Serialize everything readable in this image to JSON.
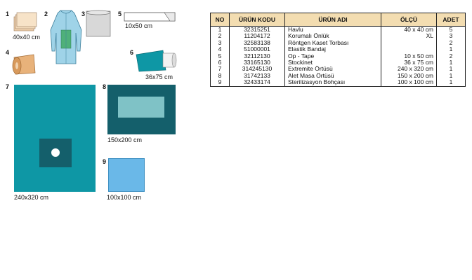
{
  "products": [
    {
      "number": "1",
      "dimension": "40x40 cm",
      "icon": "towel-stack-icon"
    },
    {
      "number": "2",
      "dimension": "",
      "icon": "gown-icon"
    },
    {
      "number": "3",
      "dimension": "",
      "icon": "cassette-bag-icon"
    },
    {
      "number": "4",
      "dimension": "",
      "icon": "elastic-bandage-icon"
    },
    {
      "number": "5",
      "dimension": "10x50 cm",
      "icon": "op-tape-icon"
    },
    {
      "number": "6",
      "dimension": "36x75 cm",
      "icon": "stockinet-icon"
    },
    {
      "number": "7",
      "dimension": "240x320 cm",
      "icon": "extremity-drape-icon"
    },
    {
      "number": "8",
      "dimension": "150x200 cm",
      "icon": "instrument-table-cover-icon"
    },
    {
      "number": "9",
      "dimension": "100x100 cm",
      "icon": "sterilization-wrap-icon"
    }
  ],
  "table": {
    "headers": [
      "NO",
      "ÜRÜN KODU",
      "ÜRÜN ADI",
      "ÖLÇÜ",
      "ADET"
    ],
    "rows": [
      [
        "1",
        "32315251",
        "Havlu",
        "40 x 40 cm",
        "5"
      ],
      [
        "2",
        "11204172",
        "Korumalı Önlük",
        "XL",
        "3"
      ],
      [
        "3",
        "32583138",
        "Röntgen Kaset Torbası",
        "",
        "2"
      ],
      [
        "4",
        "51000001",
        "Elastik Bandaj",
        "",
        "1"
      ],
      [
        "5",
        "32112130",
        "Op - Tape",
        "10 x 50 cm",
        "2"
      ],
      [
        "6",
        "33165130",
        "Stockinet",
        "36 x 75 cm",
        "1"
      ],
      [
        "7",
        "314245130",
        "Extremite Örtüsü",
        "240 x 320 cm",
        "1"
      ],
      [
        "8",
        "31742133",
        "Alet Masa Örtüsü",
        "150 x 200 cm",
        "1"
      ],
      [
        "9",
        "32433174",
        "Sterilizasyon Bohçası",
        "100 x 100 cm",
        "1"
      ]
    ]
  },
  "colors": {
    "teal": "#0e97a5",
    "dark_teal": "#145f6b",
    "light_teal": "#7fc2c6",
    "light_blue": "#6ab8e8",
    "gown_blue": "#9fd3e8",
    "towel_peach": "#f1d3b0",
    "bandage_tan": "#e8b27a",
    "header_bg": "#f3ddb1"
  }
}
